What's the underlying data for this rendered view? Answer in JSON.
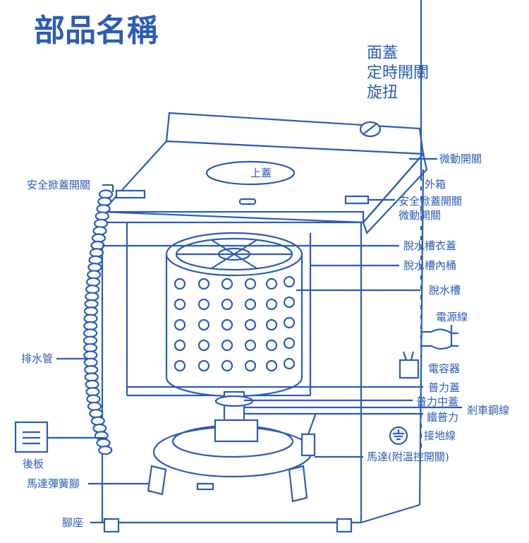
{
  "title": "部品名稱",
  "top_labels": [
    "面蓋",
    "定時開關",
    "旋扭"
  ],
  "lid_label": "上蓋",
  "right_labels": {
    "micro_switch_top": "微動開關",
    "cabinet": "外箱",
    "safety_switch": "安全掀蓋開關",
    "safety_micro": "微動開關",
    "spin_cover": "脫水槽衣蓋",
    "spin_inner": "脫水槽內桶",
    "spin_tub": "脫水槽",
    "power_cord": "電源線",
    "capacitor": "電容器",
    "pulley_cover": "普力蓋",
    "pulley_mid_cover": "普力中蓋",
    "brake_wire": "剎車鋼線",
    "iron_pulley": "鐵普力",
    "ground_wire": "接地線",
    "motor": "馬達(附溫控開關)"
  },
  "left_labels": {
    "safety_switch": "安全掀蓋開關",
    "drain_hose": "排水管",
    "back_panel": "後板",
    "motor_spring_foot": "馬達彈簧腳",
    "base_foot": "腳座"
  },
  "colors": {
    "line": "#2b5cb8"
  }
}
